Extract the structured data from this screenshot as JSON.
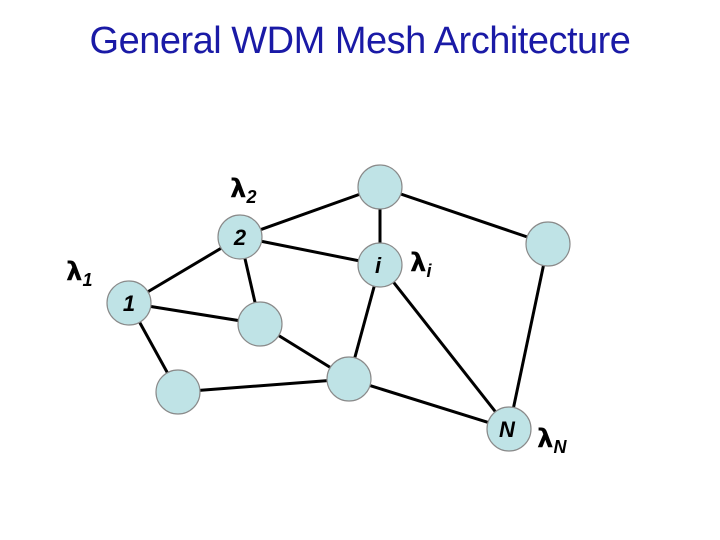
{
  "title": "General WDM Mesh Architecture",
  "colors": {
    "title": "#1a1aa6",
    "node_fill": "#bfe3e6",
    "node_stroke": "#8a8a8a",
    "edge": "#000000"
  },
  "nodes": {
    "n1": {
      "label": "1",
      "lambda": "λ",
      "lambda_sub": "1"
    },
    "n2": {
      "label": "2",
      "lambda": "λ",
      "lambda_sub": "2"
    },
    "ni": {
      "label": "i",
      "lambda": "λ",
      "lambda_sub": "i"
    },
    "nN": {
      "label": "N",
      "lambda": "λ",
      "lambda_sub": "N"
    }
  }
}
